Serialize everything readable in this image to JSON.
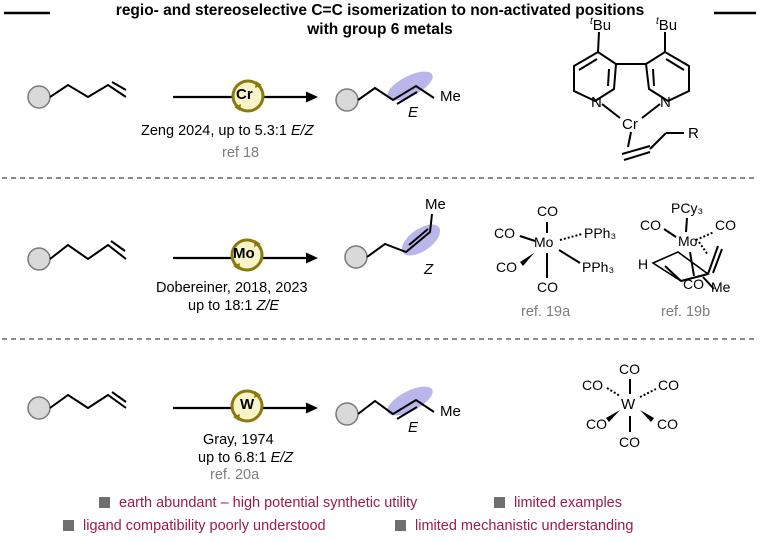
{
  "title": {
    "line1": "regio- and stereoselective C=C isomerization to non-activated positions",
    "line2": "with group 6 metals"
  },
  "rows": [
    {
      "metal": "Cr",
      "caption_parts": [
        "Zeng 2024, up to  5.3:1 ",
        "E/Z"
      ],
      "ref": "ref 18",
      "product_label": "E",
      "methyl_label": "Me"
    },
    {
      "metal": "Mo",
      "caption_line1": "Dobereiner, 2018, 2023",
      "caption_line2_parts": [
        "up to 18:1 ",
        "Z/E"
      ],
      "product_label": "Z",
      "methyl_label": "Me"
    },
    {
      "metal": "W",
      "caption_line1": "Gray, 1974",
      "caption_line2_parts": [
        "up to 6.8:1 ",
        "E/Z"
      ],
      "ref": "ref. 20a",
      "product_label": "E",
      "methyl_label": "Me"
    }
  ],
  "complexes": {
    "cr": {
      "tbu_left": "Bu",
      "tbu_right": "Bu",
      "tbu_prefix": "t",
      "n_left": "N",
      "n_right": "N",
      "metal": "Cr",
      "r_group": "R"
    },
    "mo_pph3": {
      "metal": "Mo",
      "co_top": "CO",
      "co_left": "CO",
      "co_bottom_left": "CO",
      "co_bottom": "CO",
      "pph3_upper": "PPh₃",
      "pph3_lower": "PPh₃",
      "ref": "ref. 19a"
    },
    "mo_pcy3": {
      "metal": "Mo",
      "pcy3": "PCy₃",
      "co_left": "CO",
      "co_right": "CO",
      "co_bottom": "CO",
      "h_label": "H",
      "me_label": "Me",
      "ref": "ref. 19b"
    },
    "w_co6": {
      "metal": "W",
      "co_top": "CO",
      "co_left": "CO",
      "co_right": "CO",
      "co_lower_left": "CO",
      "co_lower_right": "CO",
      "co_bottom": "CO"
    }
  },
  "bullets": [
    "earth abundant – high potential synthetic utility",
    "limited examples",
    "ligand compatibility poorly understood",
    "limited mechanistic understanding"
  ],
  "colors": {
    "metal_circle": "#f6f4c8",
    "metal_ring": "#8a7a0d",
    "highlight": "#b9b6ec",
    "substrate_ball": "#d9d9d9",
    "bullet_text": "#9b1b4a",
    "ref_text": "#7d7d7d",
    "divider": "#8c8c8c"
  }
}
